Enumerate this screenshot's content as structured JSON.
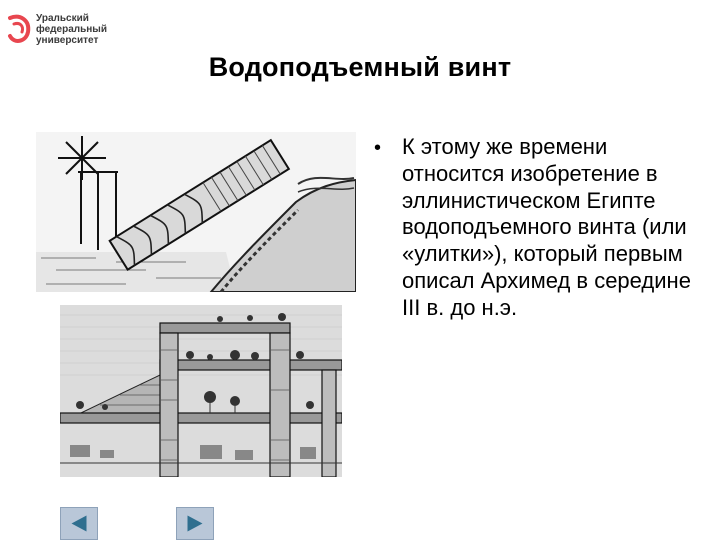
{
  "branding": {
    "logo_lines": [
      "Уральский",
      "федеральный",
      "университет"
    ],
    "logo_color": "#e8464f"
  },
  "slide": {
    "title": "Водоподъемный винт",
    "bullet": "К этому же времени относится изобретение в эллинистическом Египте водоподъемного винта (или «улитки»), который первым описал Архимед в середине III в. до н.э."
  },
  "illustrations": {
    "top": "archimedes-screw-engraving",
    "bottom": "hanging-gardens-engraving"
  },
  "navigation": {
    "prev_icon": "triangle-left-icon",
    "next_icon": "triangle-right-icon"
  }
}
